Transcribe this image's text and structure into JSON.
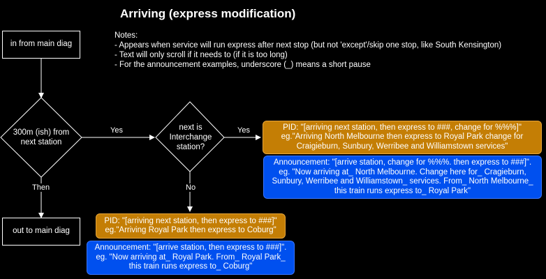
{
  "title": "Arriving (express modification)",
  "notes": {
    "heading": "Notes:",
    "lines": [
      "- Appears when service will run express after next stop (but not 'except'/skip one stop, like South Kensington)",
      "- Text will only scroll if it needs to (if it is too long)",
      "- For the announcement examples, underscore (_) means a short pause"
    ]
  },
  "nodes": {
    "start": "in from main diag",
    "end": "out to main diag",
    "decision_distance": "300m (ish) from next station",
    "decision_interchange": "next is Interchange station?",
    "pid_interchange": [
      "PID: \"[arriving next station, then express to ###, change for %%%]\"",
      "eg.\"Arriving North Melbourne then express to Royal Park change for",
      "Craigieburn, Sunbury, Werribee and Williamstown services\""
    ],
    "ann_interchange": [
      "Announcement: \"[arrive station, change for %%%. then express to ###]\".",
      "eg. \"Now arriving at_ North Melbourne. Change here for_ Cragieburn,",
      "Sunbury, Werribee and Williamstown_ services. From_ North Melbourne_",
      "this train runs express to_ Royal Park\""
    ],
    "pid_plain": [
      "PID: \"[arriving next station, then express to ###]\"",
      "eg.\"Arriving Royal Park then express to Coburg\""
    ],
    "ann_plain": [
      "Announcement: \"[arrive station, then express to ###]\".",
      "eg. \"Now arriving at_ Royal Park. From_ Royal Park_",
      "this train runs express to_ Coburg\""
    ]
  },
  "edges": {
    "yes1": "Yes",
    "yes2": "Yes",
    "no": "No",
    "then": "Then"
  },
  "colors": {
    "pid": "#c47e05",
    "announcement": "#0050ef",
    "line": "#ffffff"
  }
}
